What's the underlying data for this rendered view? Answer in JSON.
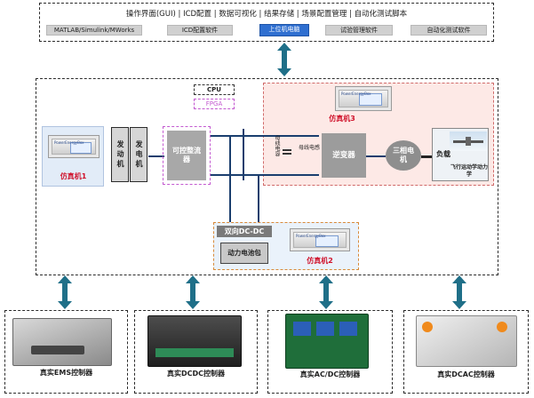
{
  "top_panel": {
    "title": "操作界面(GUI) | ICD配置 | 数据可视化 | 结果存储 | 场景配置管理 | 自动化测试脚本",
    "modules": [
      {
        "label": "MATLAB/Simulink/MWorks"
      },
      {
        "label": "ICD配置软件"
      },
      {
        "label": "上位机电脑",
        "highlight": true
      },
      {
        "label": "试验管理软件"
      },
      {
        "label": "自动化测试软件"
      }
    ]
  },
  "system": {
    "cpu_label": "CPU",
    "fpga_label": "FPGA",
    "engine_label": "发动机",
    "generator_label": "发电机",
    "rectifier_label": "可控整流器",
    "filter_cap_label": "母线电容",
    "bus_inductor_label": "母线电感",
    "inverter_label": "逆变器",
    "motor_label": "三相电机",
    "load_label": "负载",
    "flight_label": "飞行运动学动力学",
    "dcdc_label": "双向DC-DC",
    "battery_label": "动力电池包",
    "sim1_label": "仿真机1",
    "sim2_label": "仿真机2",
    "sim3_label": "仿真机3",
    "sim_brand": "PowerEnergyBox"
  },
  "controllers": [
    {
      "label": "真实EMS控制器"
    },
    {
      "label": "真实DCDC控制器"
    },
    {
      "label": "真实AC/DC控制器"
    },
    {
      "label": "真实DCAC控制器"
    }
  ],
  "colors": {
    "arrow": "#1f6f88",
    "highlight": "#2f6fd0",
    "sim_red": "#d0122b",
    "bus": "#1a3e6e"
  }
}
